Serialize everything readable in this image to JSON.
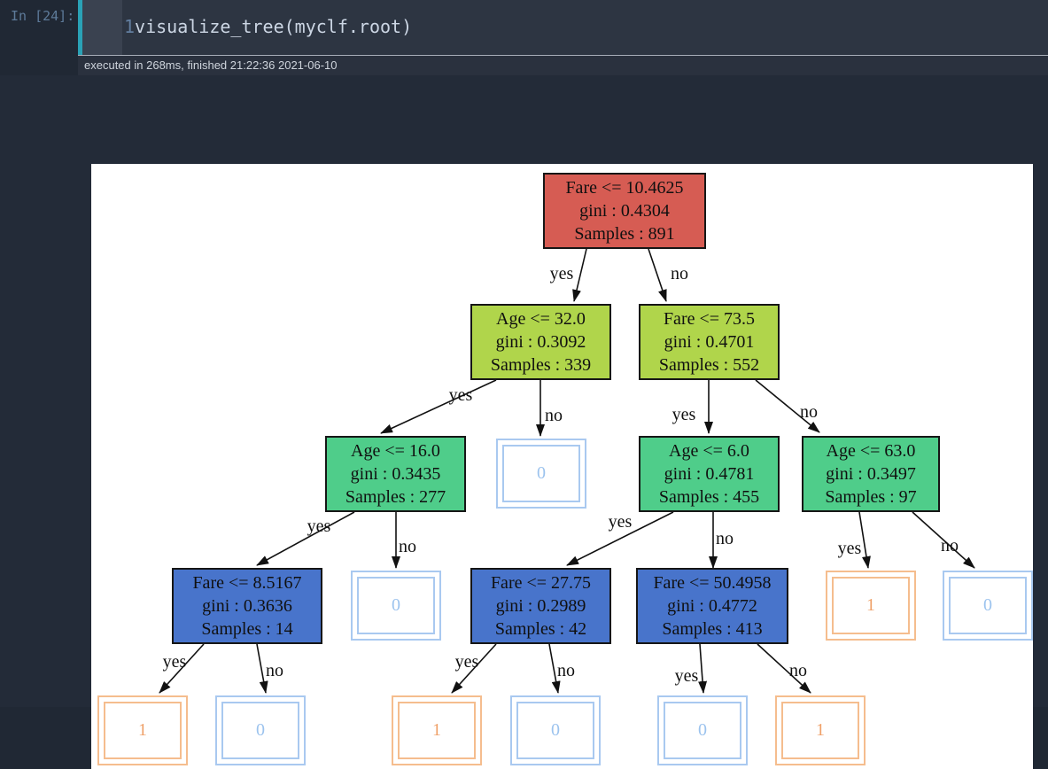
{
  "notebook": {
    "prompt": "In [24]:",
    "code_line_number": "1",
    "code": "visualize_tree(myclf.root)",
    "execution_status": "executed in 268ms, finished 21:22:36 2021-06-10"
  },
  "colors": {
    "node_root": "#d65c53",
    "node_depth1": "#b0d54b",
    "node_depth2": "#4fcd8a",
    "node_depth3": "#4874cb",
    "leaf_class0": "#a9c9f0",
    "leaf_class1": "#f5bd8e",
    "selected_cell_bar": "#2aa2b6"
  },
  "tree": {
    "nodes": [
      {
        "condition": "Fare <= 10.4625",
        "gini": "gini : 0.4304",
        "samples": "Samples : 891"
      },
      {
        "condition": "Age <= 32.0",
        "gini": "gini : 0.3092",
        "samples": "Samples : 339"
      },
      {
        "condition": "Fare <= 73.5",
        "gini": "gini : 0.4701",
        "samples": "Samples : 552"
      },
      {
        "condition": "Age <= 16.0",
        "gini": "gini : 0.3435",
        "samples": "Samples : 277"
      },
      {
        "value": "0"
      },
      {
        "condition": "Age <= 6.0",
        "gini": "gini : 0.4781",
        "samples": "Samples : 455"
      },
      {
        "condition": "Age <= 63.0",
        "gini": "gini : 0.3497",
        "samples": "Samples : 97"
      },
      {
        "condition": "Fare <= 8.5167",
        "gini": "gini : 0.3636",
        "samples": "Samples : 14"
      },
      {
        "value": "0"
      },
      {
        "condition": "Fare <= 27.75",
        "gini": "gini : 0.2989",
        "samples": "Samples : 42"
      },
      {
        "condition": "Fare <= 50.4958",
        "gini": "gini : 0.4772",
        "samples": "Samples : 413"
      },
      {
        "value": "1"
      },
      {
        "value": "0"
      },
      {
        "value": "1"
      },
      {
        "value": "0"
      },
      {
        "value": "1"
      },
      {
        "value": "0"
      },
      {
        "value": "0"
      },
      {
        "value": "1"
      }
    ],
    "edges": [
      {
        "label": "yes"
      },
      {
        "label": "no"
      },
      {
        "label": "yes"
      },
      {
        "label": "no"
      },
      {
        "label": "yes"
      },
      {
        "label": "no"
      },
      {
        "label": "yes"
      },
      {
        "label": "no"
      },
      {
        "label": "yes"
      },
      {
        "label": "no"
      },
      {
        "label": "yes"
      },
      {
        "label": "no"
      },
      {
        "label": "yes"
      },
      {
        "label": "no"
      },
      {
        "label": "yes"
      },
      {
        "label": "no"
      },
      {
        "label": "yes"
      },
      {
        "label": "no"
      }
    ]
  }
}
